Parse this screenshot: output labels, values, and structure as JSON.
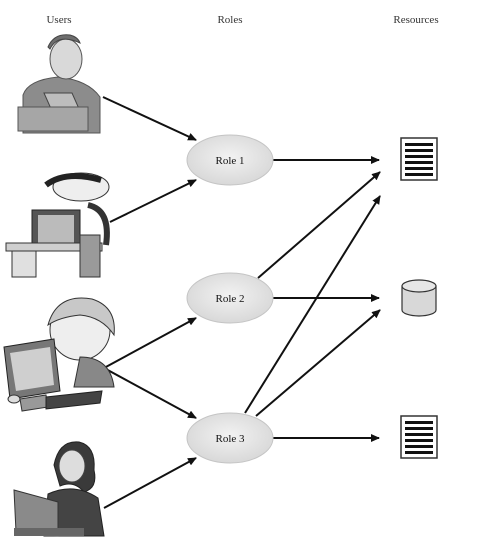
{
  "headers": {
    "users": "Users",
    "roles": "Roles",
    "resources": "Resources"
  },
  "users": [
    {
      "icon": "user-on-laptop-icon"
    },
    {
      "icon": "user-at-desktop-with-cap-icon"
    },
    {
      "icon": "child-at-computer-icon"
    },
    {
      "icon": "woman-with-laptop-icon"
    }
  ],
  "roles": [
    {
      "label": "Role 1"
    },
    {
      "label": "Role 2"
    },
    {
      "label": "Role 3"
    }
  ],
  "resources": [
    {
      "icon": "document-icon"
    },
    {
      "icon": "database-icon"
    },
    {
      "icon": "document-icon"
    }
  ],
  "links": {
    "user_to_role": [
      [
        0,
        0
      ],
      [
        1,
        0
      ],
      [
        2,
        1
      ],
      [
        2,
        2
      ],
      [
        3,
        2
      ]
    ],
    "role_to_resource": [
      [
        0,
        0
      ],
      [
        1,
        0
      ],
      [
        1,
        1
      ],
      [
        2,
        0
      ],
      [
        2,
        1
      ],
      [
        2,
        2
      ]
    ]
  },
  "colors": {
    "ellipse_fill": "#e6e6e6",
    "ellipse_stroke": "#bdbdbd",
    "arrow": "#111111"
  }
}
